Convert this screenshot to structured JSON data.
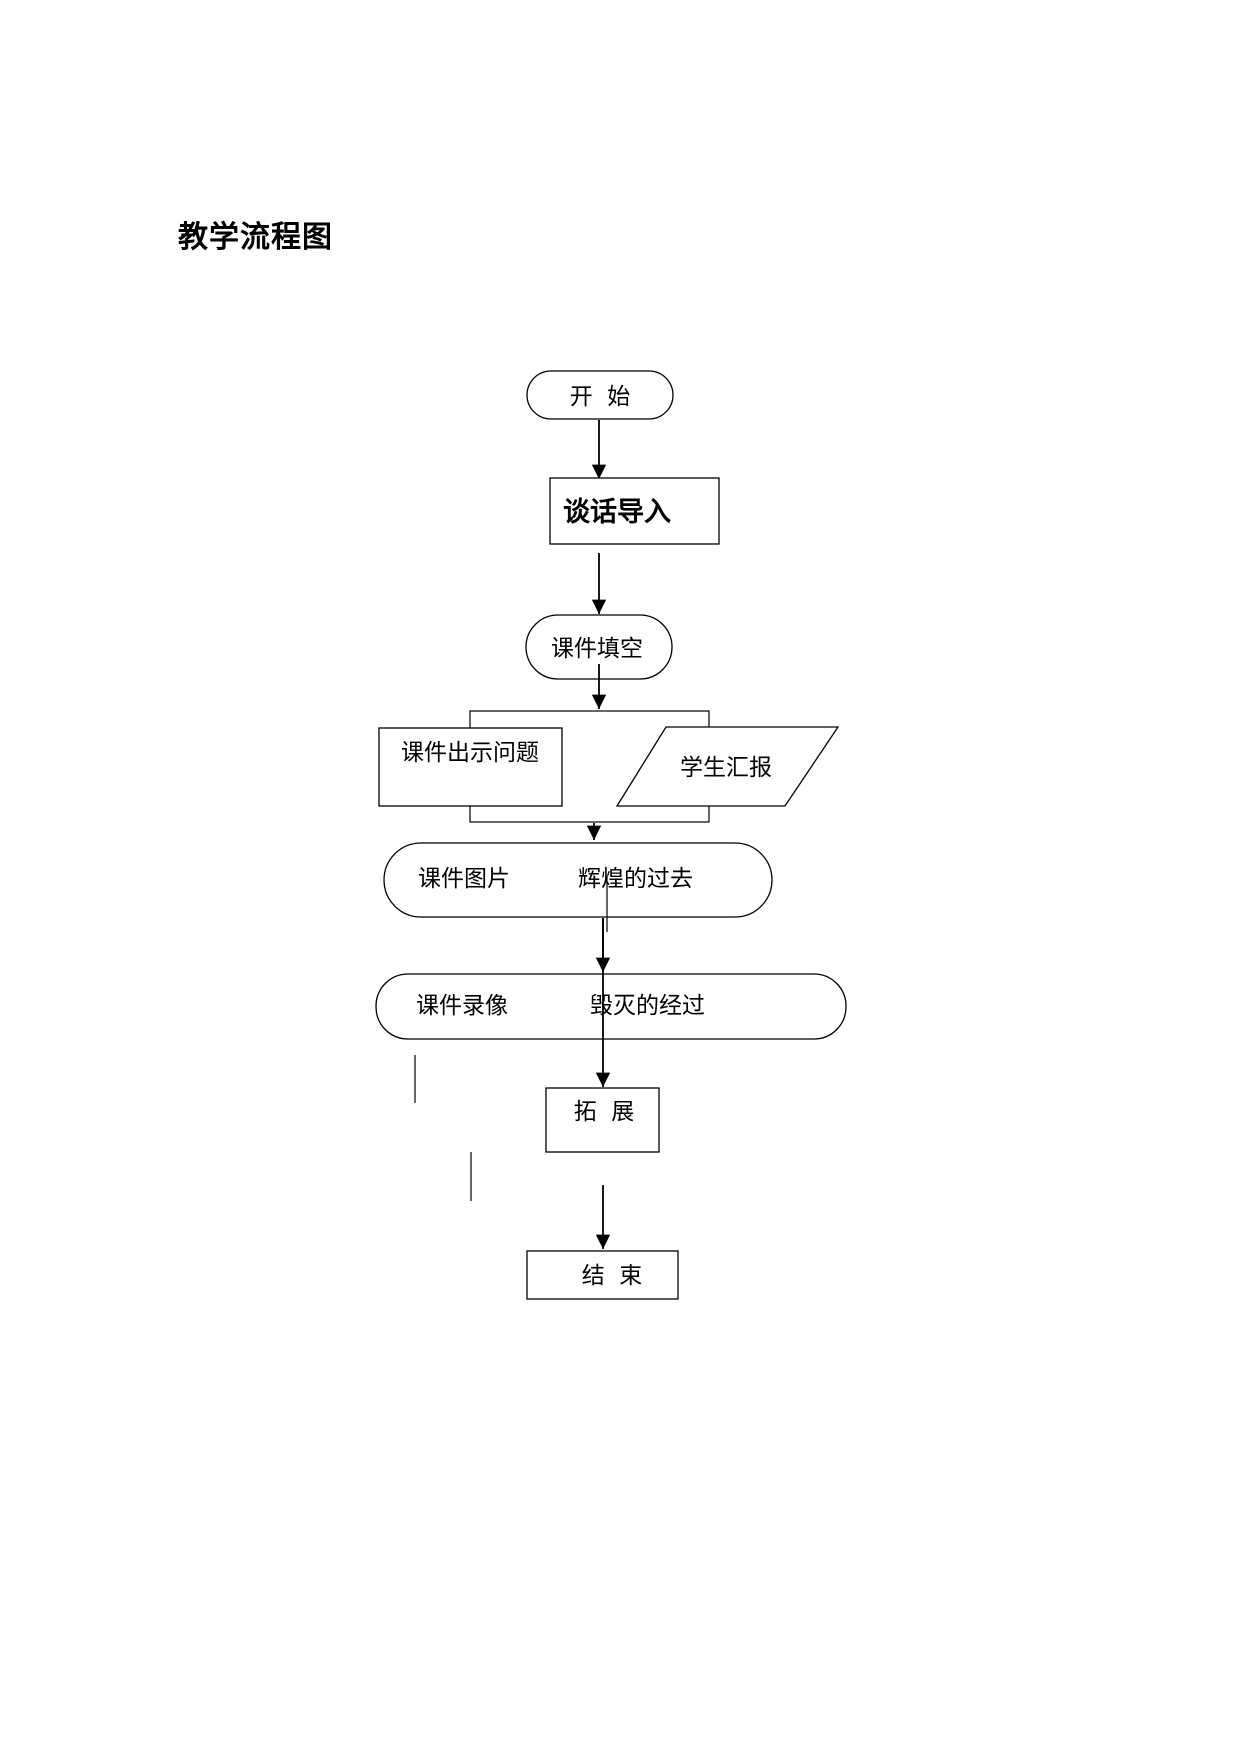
{
  "page": {
    "title": "教学流程图"
  },
  "flowchart": {
    "nodes": {
      "start": "开  始",
      "intro": "谈话导入",
      "fill_blank": "课件填空",
      "show_question": "课件出示问题",
      "student_report": "学生汇报",
      "pictures_left": "课件图片",
      "pictures_right": "辉煌的过去",
      "video_left": "课件录像",
      "video_right": "毁灭的经过",
      "extend": "拓  展",
      "end": "结  束"
    },
    "connectors": [
      {
        "from": "start",
        "to": "intro"
      },
      {
        "from": "intro",
        "to": "fill_blank"
      },
      {
        "from": "fill_blank",
        "to": "show_question"
      },
      {
        "from": "fill_blank",
        "to": "student_report"
      },
      {
        "from": "show_question",
        "to": "pictures_left"
      },
      {
        "from": "pictures_left",
        "to": "video_left"
      },
      {
        "from": "video_left",
        "to": "extend"
      },
      {
        "from": "extend",
        "to": "end"
      }
    ]
  }
}
